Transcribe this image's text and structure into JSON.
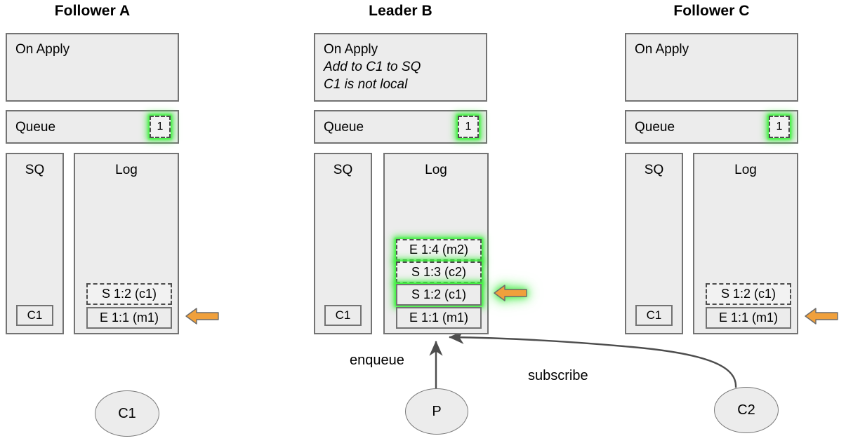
{
  "diagram": {
    "title_font_color": "#000000",
    "panel_fill": "#ececec",
    "panel_stroke": "#737373",
    "highlight_color": "#3ceb3c",
    "arrow_color": "#f0a03c",
    "arrow_stroke": "#6b6b6b",
    "edge_color": "#4d4d4d"
  },
  "nodes": [
    {
      "id": "follower-a",
      "title": "Follower A",
      "on_apply": {
        "label": "On Apply",
        "notes": []
      },
      "queue": {
        "label": "Queue",
        "badge": "1",
        "badge_highlight": true
      },
      "sq": {
        "label": "SQ",
        "items": [
          "C1"
        ]
      },
      "log": {
        "label": "Log",
        "entries": [
          {
            "text": "S 1:2 (c1)",
            "style": "dashed",
            "highlight": false
          },
          {
            "text": "E 1:1 (m1)",
            "style": "solid",
            "highlight": false
          }
        ]
      },
      "marker_arrow": {
        "points_to": "E 1:1 (m1)",
        "highlight": false
      }
    },
    {
      "id": "leader-b",
      "title": "Leader B",
      "on_apply": {
        "label": "On Apply",
        "notes": [
          "Add to C1 to SQ",
          "C1 is not local"
        ]
      },
      "queue": {
        "label": "Queue",
        "badge": "1",
        "badge_highlight": true
      },
      "sq": {
        "label": "SQ",
        "items": [
          "C1"
        ]
      },
      "log": {
        "label": "Log",
        "entries": [
          {
            "text": "E 1:4 (m2)",
            "style": "dashed",
            "highlight": true
          },
          {
            "text": "S 1:3 (c2)",
            "style": "dashed",
            "highlight": true
          },
          {
            "text": "S 1:2 (c1)",
            "style": "solid",
            "highlight": true
          },
          {
            "text": "E 1:1 (m1)",
            "style": "solid",
            "highlight": false
          }
        ]
      },
      "marker_arrow": {
        "points_to": "S 1:2 (c1)",
        "highlight": true
      }
    },
    {
      "id": "follower-c",
      "title": "Follower C",
      "on_apply": {
        "label": "On Apply",
        "notes": []
      },
      "queue": {
        "label": "Queue",
        "badge": "1",
        "badge_highlight": true
      },
      "sq": {
        "label": "SQ",
        "items": [
          "C1"
        ]
      },
      "log": {
        "label": "Log",
        "entries": [
          {
            "text": "S 1:2 (c1)",
            "style": "dashed",
            "highlight": false
          },
          {
            "text": "E 1:1 (m1)",
            "style": "solid",
            "highlight": false
          }
        ]
      },
      "marker_arrow": {
        "points_to": "E 1:1 (m1)",
        "highlight": false
      }
    }
  ],
  "clients": [
    {
      "id": "c1",
      "label": "C1"
    },
    {
      "id": "p",
      "label": "P"
    },
    {
      "id": "c2",
      "label": "C2"
    }
  ],
  "edges": [
    {
      "id": "enqueue",
      "label": "enqueue",
      "from": "P",
      "to": "leader-b-log"
    },
    {
      "id": "subscribe",
      "label": "subscribe",
      "from": "C2",
      "to": "leader-b-log"
    }
  ]
}
